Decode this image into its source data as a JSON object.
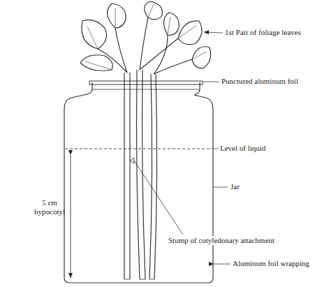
{
  "diagram": {
    "labels": [
      "1st Pair of foliage leaves",
      "Punctured aluminum foil",
      "Level of liquid",
      "Jar",
      "5 cm hypocotyl",
      "Stump of cotyledonary attachment",
      "Aluminum foil wrapping"
    ]
  }
}
